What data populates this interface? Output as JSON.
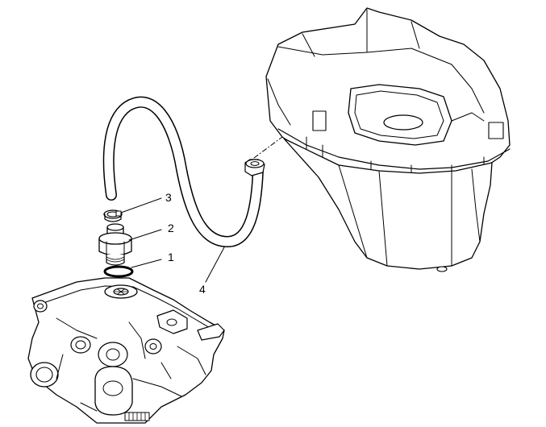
{
  "colors": {
    "ink": "#000000",
    "paper": "#ffffff"
  },
  "callouts": [
    {
      "id": "1",
      "label": "1"
    },
    {
      "id": "2",
      "label": "2"
    },
    {
      "id": "3",
      "label": "3"
    },
    {
      "id": "4",
      "label": "4"
    }
  ]
}
